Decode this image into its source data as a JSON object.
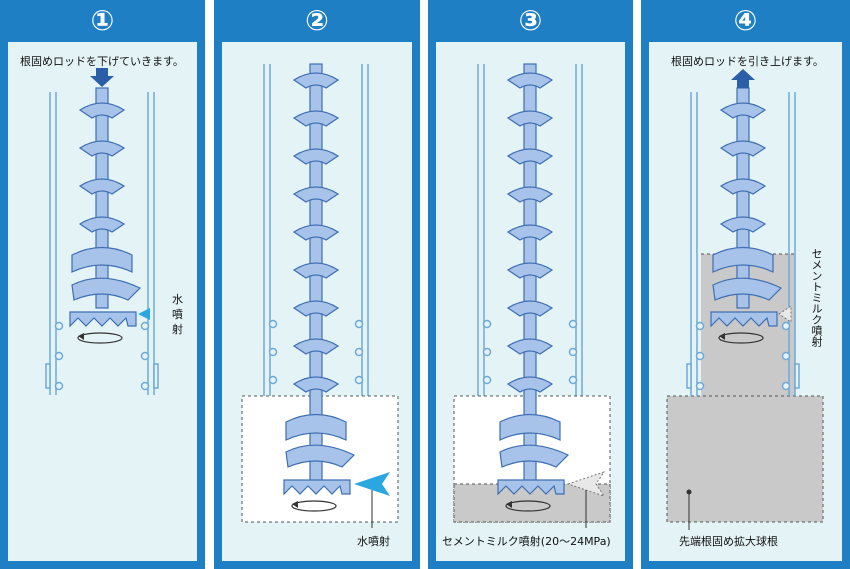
{
  "colors": {
    "panel_border": "#1f7fc4",
    "panel_bg": "#e3f3f6",
    "auger_fill": "#a7c3ea",
    "auger_stroke": "#3f6fb2",
    "casing": "#6fa9d8",
    "cement": "#c9c9c9",
    "jet": "#2aa7e0"
  },
  "panels": [
    {
      "number": "①",
      "caption": "根固めロッドを下げていきます。",
      "label": "水\n噴\n射"
    },
    {
      "number": "②",
      "label": "水噴射"
    },
    {
      "number": "③",
      "label": "セメントミルク噴射(20〜24MPa)"
    },
    {
      "number": "④",
      "caption": "根固めロッドを引き上げます。",
      "side_label": "セメントミルク噴射",
      "bottom_label": "先端根固め拡大球根"
    }
  ]
}
